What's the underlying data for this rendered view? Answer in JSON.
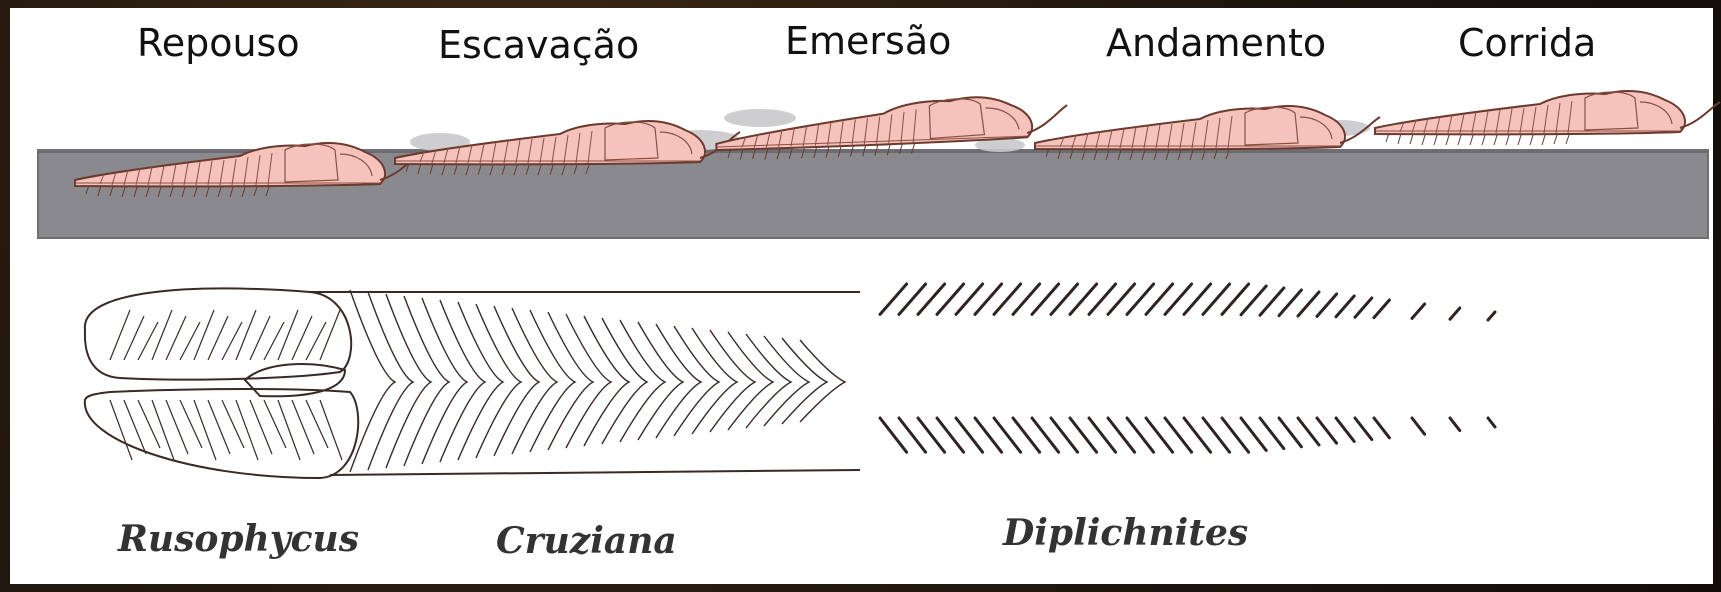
{
  "stage_labels": [
    "Repouso",
    "Escavação",
    "Emersão",
    "Andamento",
    "Corrida"
  ],
  "trace_labels": [
    "Rusophycus",
    "Cruziana",
    "Diplichnites"
  ],
  "colors": {
    "sediment": "#8a8a8e",
    "sediment_edge": "#707074",
    "trilobite_body": "#f6c3bc",
    "trilobite_outline": "#6b3a2e",
    "trace_ink": "#3a2a24",
    "frame": "#1d140c",
    "panel": "#ffffff"
  }
}
